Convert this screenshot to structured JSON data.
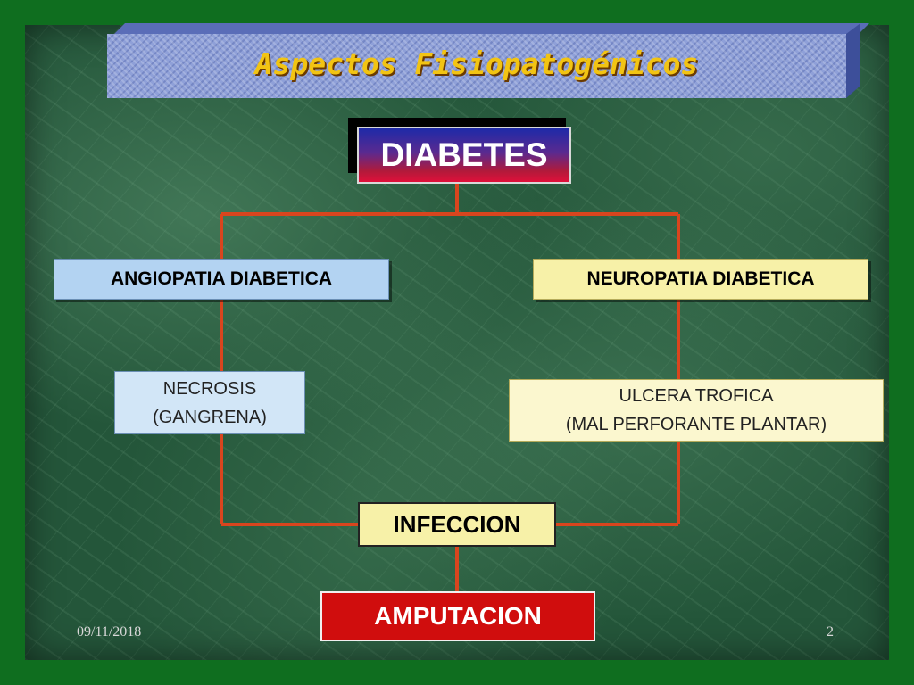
{
  "slide": {
    "title": "Aspectos Fisiopatogénicos",
    "footer_date": "09/11/2018",
    "page_number": "2"
  },
  "diagram": {
    "root": "DIABETES",
    "left_branch": {
      "label": "ANGIOPATIA DIABETICA",
      "child_line1": "NECROSIS",
      "child_line2": "(GANGRENA)"
    },
    "right_branch": {
      "label": "NEUROPATIA DIABETICA",
      "child_line1": "ULCERA TROFICA",
      "child_line2": "(MAL PERFORANTE PLANTAR)"
    },
    "merge": "INFECCION",
    "outcome": "AMPUTACION"
  },
  "colors": {
    "connector": "#d9451e",
    "title_text": "#f2c413",
    "outcome_box": "#d00d0d"
  }
}
